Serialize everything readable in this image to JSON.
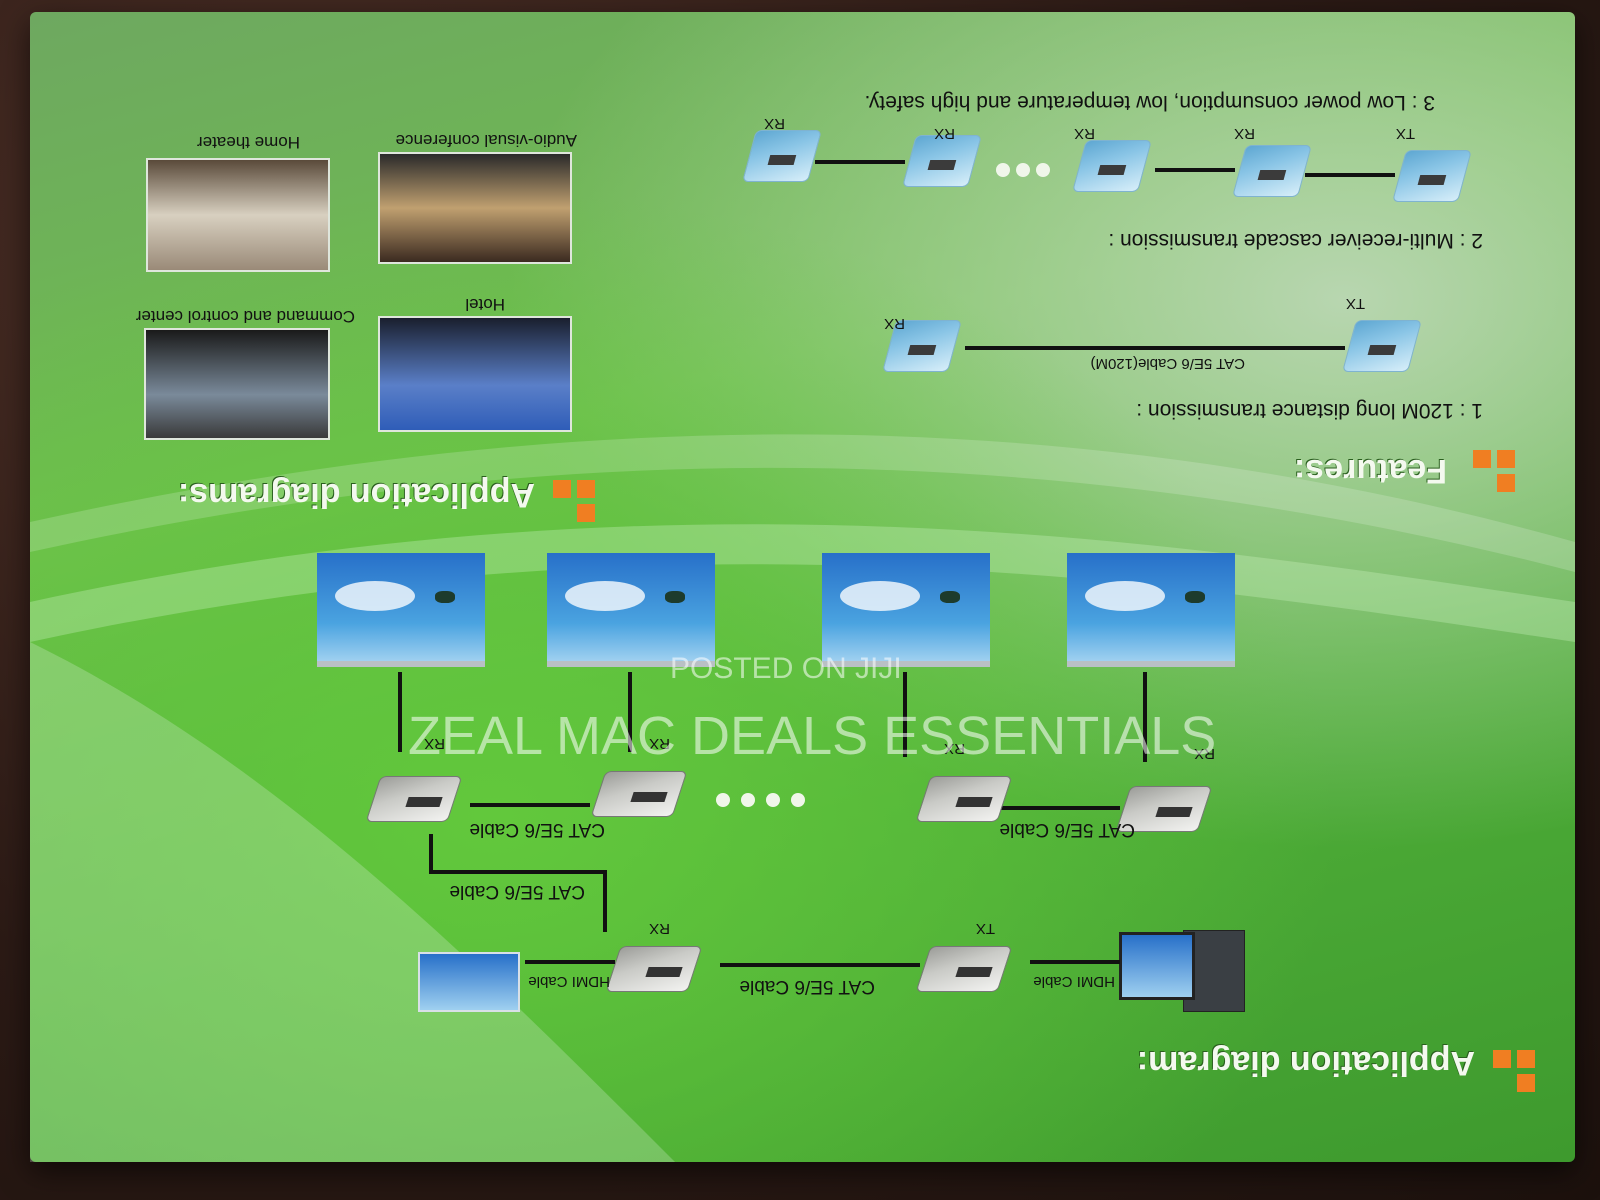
{
  "background_color": "#2b1a15",
  "box_color": "#5db33f",
  "accent_color": "#f07e22",
  "sections": {
    "features_title": "Features:",
    "app_diagrams_title": "Application diagrams:",
    "app_diagram_title": "Application diagram:"
  },
  "features": {
    "item1": "1 :  120M long distance transmission :",
    "item2": "2 :  Multi-receiver cascade transmission :",
    "item3": "3 :  Low power consumption, low temperature and high safety."
  },
  "feature_diagram": {
    "cable_label": "CAT 5E/6 Cable(120M)",
    "tx": "TX",
    "rx": "RX"
  },
  "photos": [
    {
      "caption": "Home theater"
    },
    {
      "caption": "Audio-visual conference"
    },
    {
      "caption": "Command and control center"
    },
    {
      "caption": "Hotel"
    }
  ],
  "diagram": {
    "cat_cable": "CAT 5E/6 Cable",
    "hdmi_cable": "HDMI Cable",
    "tx": "TX",
    "rx": "RX"
  },
  "watermark": {
    "posted": "POSTED ON JIJI",
    "shop": "ZEAL MAC DEALS ESSENTIALS"
  }
}
